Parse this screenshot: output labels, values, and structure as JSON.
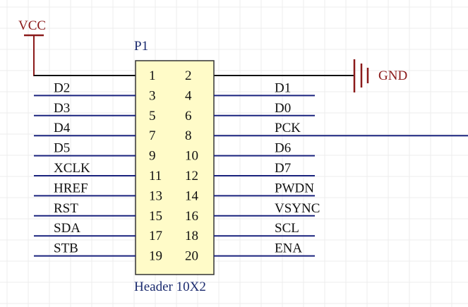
{
  "power": {
    "vcc": "VCC",
    "gnd": "GND"
  },
  "component": {
    "designator": "P1",
    "name": "Header 10X2"
  },
  "colors": {
    "wire_black": "#111111",
    "wire_blue": "#1a237e",
    "body_fill": "#fffbc8",
    "body_stroke": "#333333",
    "power_red": "#8b1a1a",
    "text_blue": "#1a2a6e"
  },
  "pins": [
    {
      "left_num": "1",
      "right_num": "2",
      "left_net": "",
      "right_net": ""
    },
    {
      "left_num": "3",
      "right_num": "4",
      "left_net": "D2",
      "right_net": "D1"
    },
    {
      "left_num": "5",
      "right_num": "6",
      "left_net": "D3",
      "right_net": "D0"
    },
    {
      "left_num": "7",
      "right_num": "8",
      "left_net": "D4",
      "right_net": "PCK"
    },
    {
      "left_num": "9",
      "right_num": "10",
      "left_net": "D5",
      "right_net": "D6"
    },
    {
      "left_num": "11",
      "right_num": "12",
      "left_net": "XCLK",
      "right_net": "D7"
    },
    {
      "left_num": "13",
      "right_num": "14",
      "left_net": "HREF",
      "right_net": "PWDN"
    },
    {
      "left_num": "15",
      "right_num": "16",
      "left_net": "RST",
      "right_net": "VSYNC"
    },
    {
      "left_num": "17",
      "right_num": "18",
      "left_net": "SDA",
      "right_net": "SCL"
    },
    {
      "left_num": "19",
      "right_num": "20",
      "left_net": "STB",
      "right_net": "ENA"
    }
  ]
}
